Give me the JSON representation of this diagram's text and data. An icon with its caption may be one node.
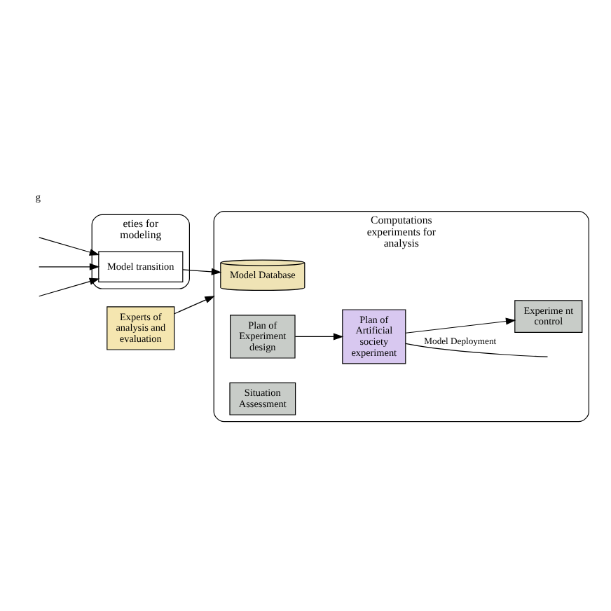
{
  "diagram": {
    "nodes": [
      {
        "text": [
          "eties for modeling"
        ]
      },
      {
        "text": [
          "Model transition"
        ],
        "in": 0
      },
      {
        "text": [
          "Computations experiments for analysis"
        ]
      },
      {
        "text": [
          "Experts of analysis and evaluation"
        ]
      },
      {
        "text": [
          "Model Database"
        ],
        "in": 2
      },
      {
        "text": [
          "Plan of Experiment design"
        ],
        "in": 2
      },
      {
        "text": [
          "Plan of Artificial society experiment"
        ],
        "in": 2
      },
      {
        "text": [
          "Experime nt control"
        ],
        "in": 2
      },
      {
        "text": [
          "Situation Assessment"
        ],
        "in": 2
      }
    ],
    "edges": [
      {
        "from": null,
        "to": 1,
        "arrow": "to"
      },
      {
        "from": null,
        "to": 1,
        "arrow": "to"
      },
      {
        "from": null,
        "to": 1,
        "arrow": "to"
      },
      {
        "from": 1,
        "to": 4,
        "arrow": "to"
      },
      {
        "from": 3,
        "to": 2,
        "arrow": "to"
      },
      {
        "from": 5,
        "to": 6,
        "arrow": "to"
      },
      {
        "from": 6,
        "to": 7,
        "arrow": "to"
      },
      {
        "from": 6,
        "to": null,
        "arrow": "none",
        "label": "Model Deployment"
      }
    ],
    "labels": [
      "g"
    ]
  }
}
